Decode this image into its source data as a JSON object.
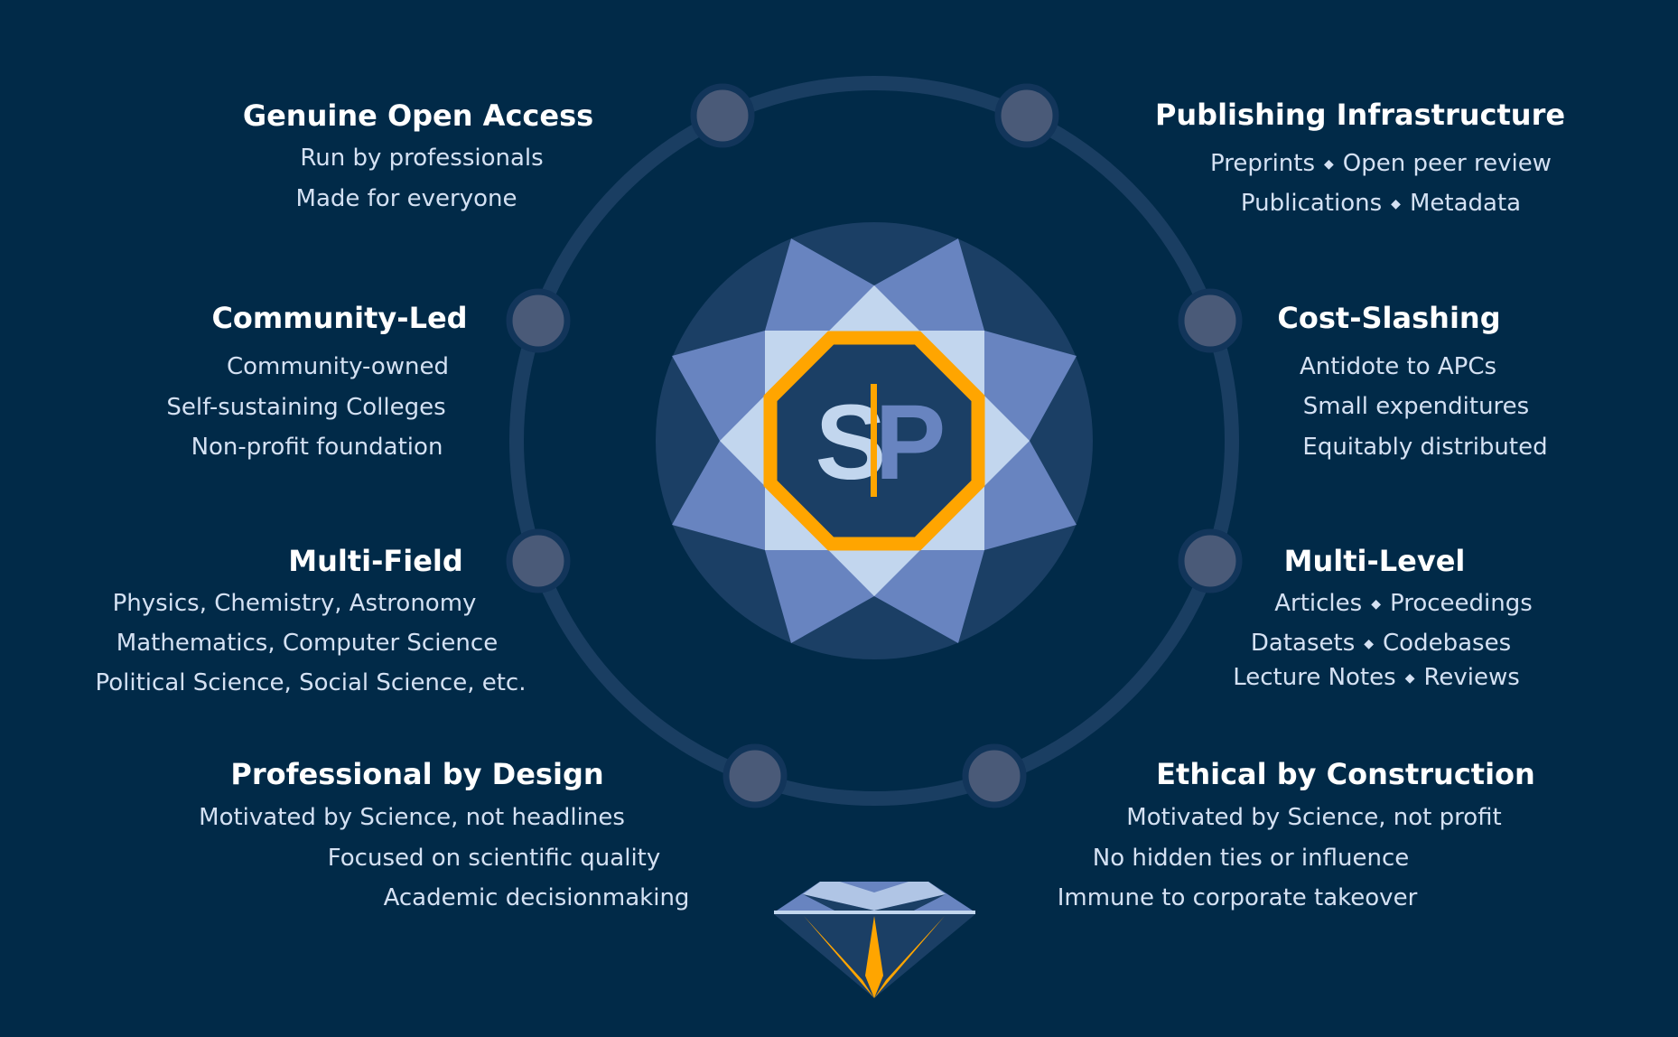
{
  "colors": {
    "background": "#012a48",
    "ring": "#1a3e62",
    "node": "#4a5a78",
    "accent": "#ffa500",
    "star": "#6884c0",
    "light": "#c2d6ee",
    "dark": "#1b3f65"
  },
  "logo": {
    "letter_left": "S",
    "letter_right": "P"
  },
  "bullet": "◆",
  "blocks": {
    "open_access": {
      "title": "Genuine Open Access",
      "lines": [
        "Run by professionals",
        "Made for everyone"
      ]
    },
    "community": {
      "title": "Community-Led",
      "lines": [
        "Community-owned",
        "Self-sustaining Colleges",
        "Non-profit foundation"
      ]
    },
    "multi_field": {
      "title": "Multi-Field",
      "lines": [
        "Physics, Chemistry, Astronomy",
        "Mathematics, Computer Science",
        "Political Science, Social Science, etc."
      ]
    },
    "professional": {
      "title": "Professional by Design",
      "lines": [
        "Motivated by Science, not headlines",
        "Focused on scientific quality",
        "Academic decisionmaking"
      ]
    },
    "infrastructure": {
      "title": "Publishing Infrastructure",
      "lines": [
        [
          "Preprints",
          "Open peer review"
        ],
        [
          "Publications",
          "Metadata"
        ]
      ]
    },
    "cost": {
      "title": "Cost-Slashing",
      "lines": [
        "Antidote to APCs",
        "Small expenditures",
        "Equitably distributed"
      ]
    },
    "multi_level": {
      "title": "Multi-Level",
      "lines": [
        [
          "Articles",
          "Proceedings"
        ],
        [
          "Datasets",
          "Codebases"
        ],
        [
          "Lecture Notes",
          "Reviews"
        ]
      ]
    },
    "ethical": {
      "title": "Ethical by Construction",
      "lines": [
        "Motivated by Science, not profit",
        "No hidden ties or influence",
        "Immune to corporate takeover"
      ]
    }
  }
}
